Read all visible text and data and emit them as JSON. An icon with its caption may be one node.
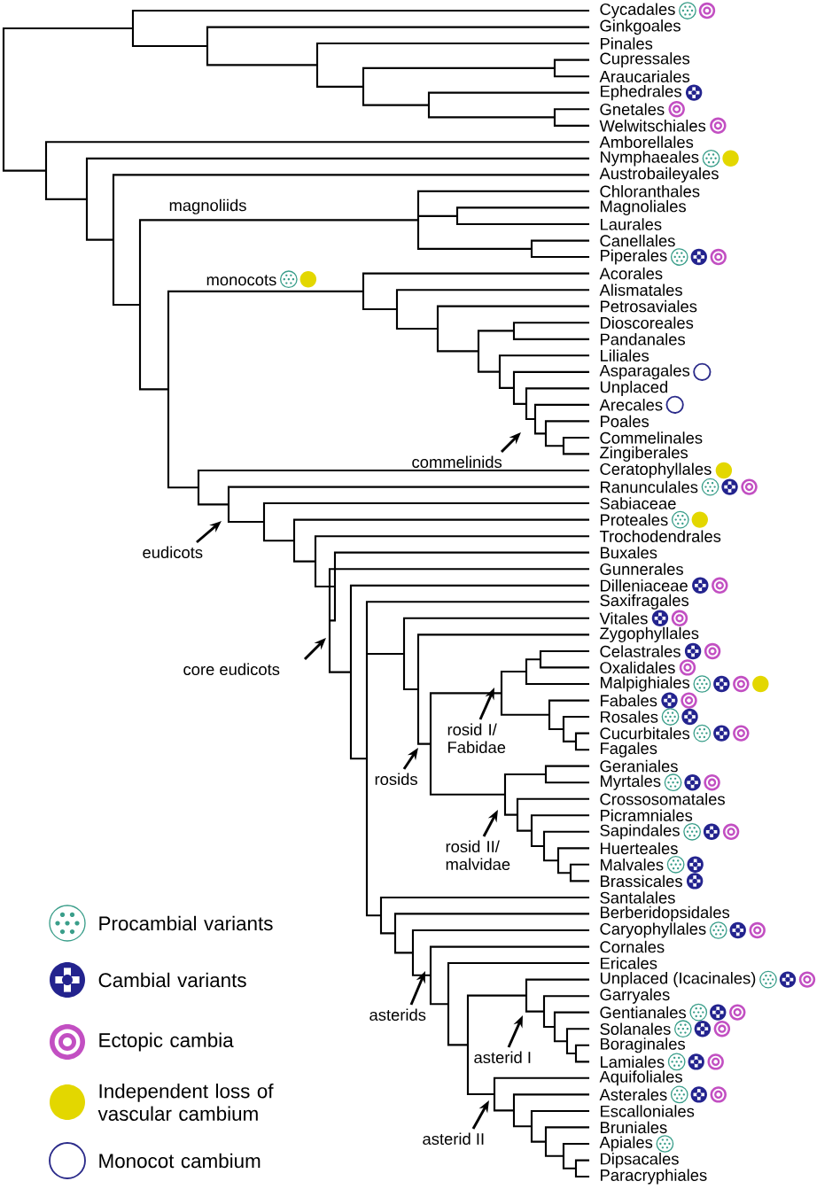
{
  "diagram": {
    "nodes": [
      {
        "text": [
          "commelinids"
        ]
      },
      {
        "text": [
          "eudicots"
        ]
      },
      {
        "text": [
          "core eudicots"
        ]
      },
      {
        "text": [
          "rosids"
        ]
      },
      {
        "text": [
          "rosid I/ Fabidae"
        ]
      },
      {
        "text": [
          "rosid II/ malvidae"
        ]
      },
      {
        "text": [
          "asterids"
        ]
      },
      {
        "text": [
          "asterid I"
        ]
      },
      {
        "text": [
          "asterid II"
        ]
      }
    ],
    "edges": [
      {
        "from": 0,
        "to": null,
        "arrow": "to"
      },
      {
        "from": 1,
        "to": null,
        "arrow": "to"
      },
      {
        "from": 2,
        "to": null,
        "arrow": "to"
      },
      {
        "from": 3,
        "to": null,
        "arrow": "to"
      },
      {
        "from": 4,
        "to": null,
        "arrow": "to"
      },
      {
        "from": 5,
        "to": null,
        "arrow": "to"
      },
      {
        "from": 6,
        "to": null,
        "arrow": "to"
      },
      {
        "from": 7,
        "to": null,
        "arrow": "to"
      },
      {
        "from": 8,
        "to": null,
        "arrow": "to"
      }
    ],
    "labels": [
      "Cycadales",
      "Ginkgoales",
      "Pinales",
      "Cupressales",
      "Araucariales",
      "Ephedrales",
      "Gnetales",
      "Welwitschiales",
      "Amborellales",
      "Nymphaeales",
      "Austrobaileyales",
      "Chloranthales",
      "Magnoliales",
      "Laurales",
      "Canellales",
      "Piperales",
      "Acorales",
      "Alismatales",
      "Petrosaviales",
      "Dioscoreales",
      "Pandanales",
      "Liliales",
      "Asparagales",
      "Unplaced",
      "Arecales",
      "Poales",
      "Commelinales",
      "Zingiberales",
      "Ceratophyllales",
      "Ranunculales",
      "Sabiaceae",
      "Proteales",
      "Trochodendrales",
      "Buxales",
      "Gunnerales",
      "Dilleniaceae",
      "Saxifragales",
      "Vitales",
      "Zygophyllales",
      "Celastrales",
      "Oxalidales",
      "Malpighiales",
      "Fabales",
      "Rosales",
      "Cucurbitales",
      "Fagales",
      "Geraniales",
      "Myrtales",
      "Crossosomatales",
      "Picramniales",
      "Sapindales",
      "Huerteales",
      "Malvales",
      "Brassicales",
      "Santalales",
      "Berberidopsidales",
      "Caryophyllales",
      "Cornales",
      "Ericales",
      "Unplaced (Icacinales)",
      "Garryales",
      "Gentianales",
      "Solanales",
      "Boraginales",
      "Lamiales",
      "Aquifoliales",
      "Asterales",
      "Escalloniales",
      "Bruniales",
      "Apiales",
      "Dipsacales",
      "Paracryphiales",
      "magnoliids",
      "monocots"
    ],
    "legend": [
      {
        "text": "Procambial variants"
      },
      {
        "text": "Cambial variants"
      },
      {
        "text": "Ectopic cambia"
      },
      {
        "text": "Independent loss of vascular cambium",
        "color": "#e3d700"
      },
      {
        "text": "Monocot cambium"
      }
    ]
  }
}
